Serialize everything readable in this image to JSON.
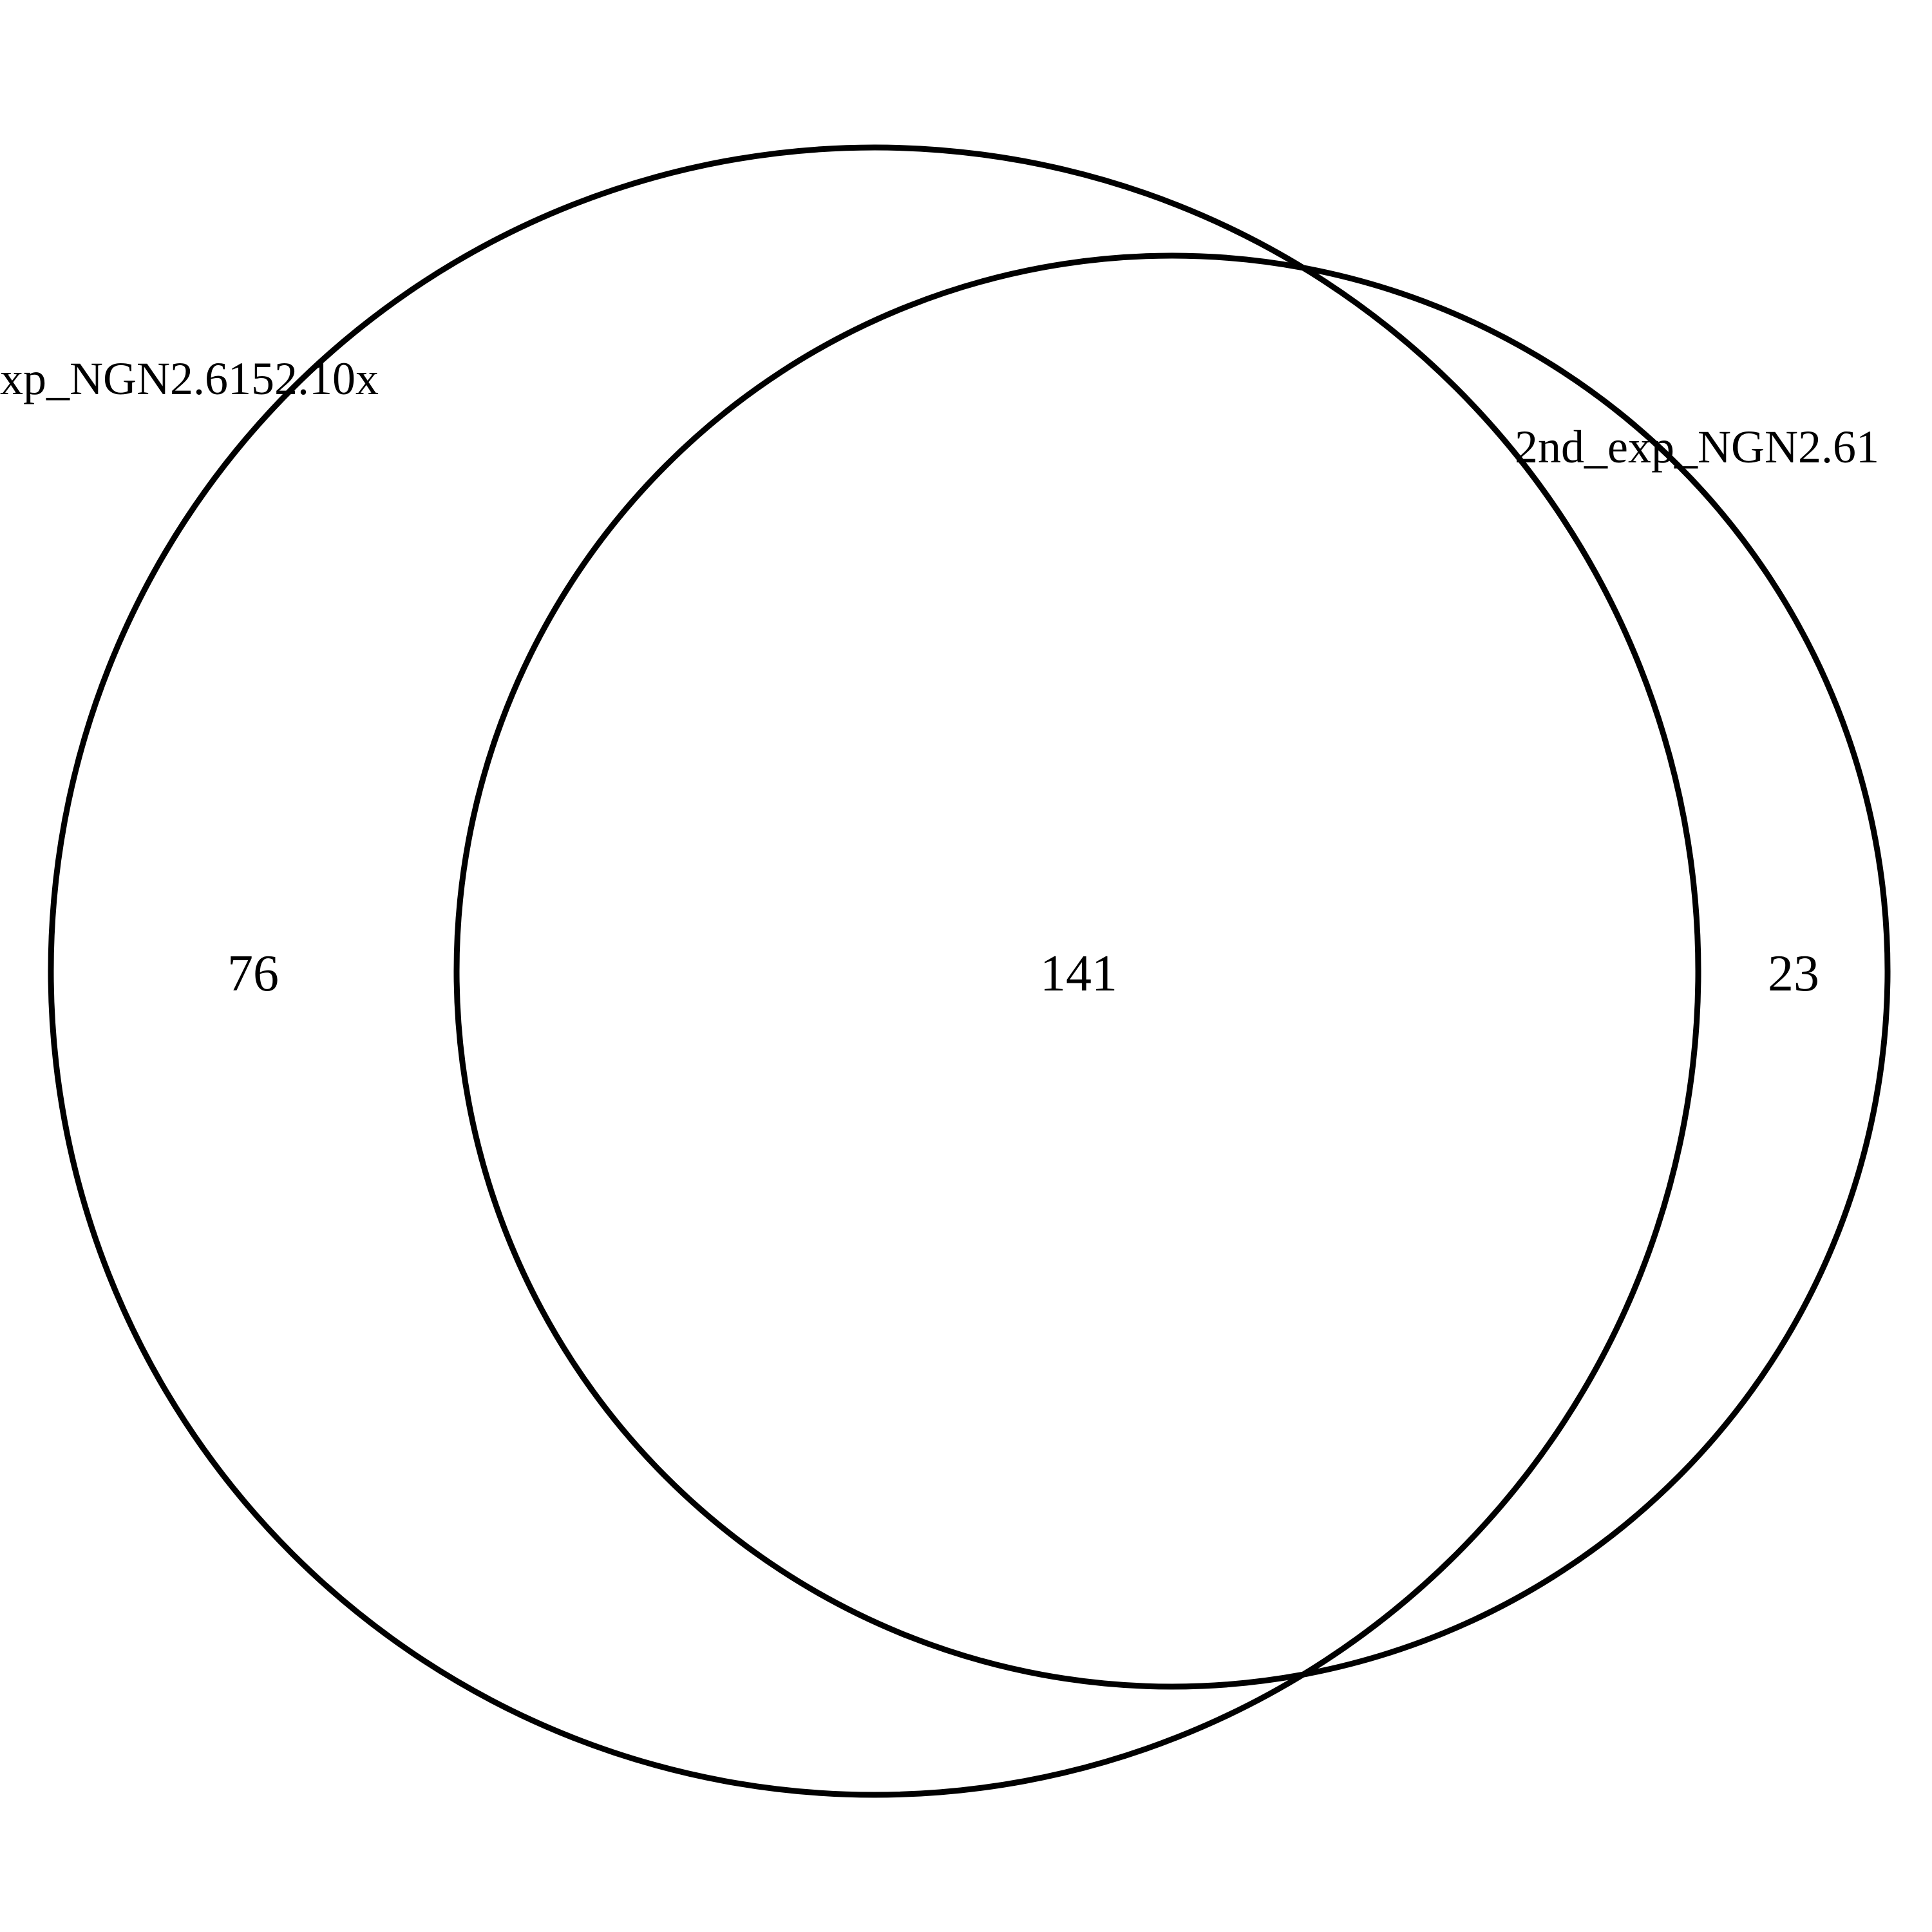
{
  "diagram": {
    "type": "venn",
    "sets": [
      {
        "label": "xp_NGN2.6152.10x"
      },
      {
        "label": "2nd_exp_NGN2.61"
      }
    ],
    "regions": {
      "only_left": "76",
      "overlap": "141",
      "only_right": "23"
    },
    "line_color": "#000000",
    "background": "#ffffff"
  }
}
